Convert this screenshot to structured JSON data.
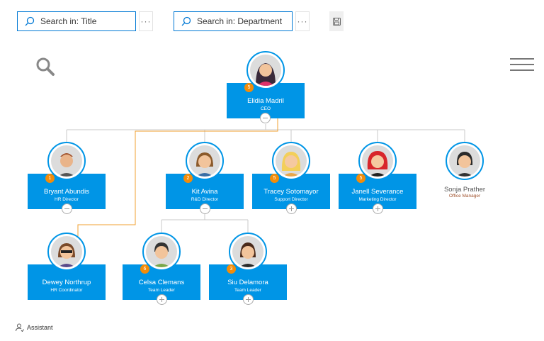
{
  "toolbar": {
    "search_title_placeholder": "Search in: Title",
    "search_department_placeholder": "Search in: Department",
    "more_label": "···"
  },
  "nodes": [
    {
      "id": "ceo",
      "name": "Elidia Madril",
      "title": "CEO",
      "badge": "5"
    },
    {
      "id": "hr",
      "name": "Bryant Abundis",
      "title": "HR Director",
      "badge": "1"
    },
    {
      "id": "rd",
      "name": "Kit Avina",
      "title": "R&D Director",
      "badge": "2"
    },
    {
      "id": "support",
      "name": "Tracey Sotomayor",
      "title": "Support Director",
      "badge": "5"
    },
    {
      "id": "marketing",
      "name": "Janell Severance",
      "title": "Marketing Director",
      "badge": "5"
    },
    {
      "id": "office",
      "name": "Sonja Prather",
      "title": "Office Manager"
    },
    {
      "id": "hrcoord",
      "name": "Dewey Northrup",
      "title": "HR Coordinator"
    },
    {
      "id": "tl1",
      "name": "Celsa Clemans",
      "title": "Team Leader",
      "badge": "6"
    },
    {
      "id": "tl2",
      "name": "Siu Delamora",
      "title": "Team Leader",
      "badge": "3"
    }
  ],
  "legend": {
    "assistant_label": "Assistant"
  },
  "colors": {
    "node_fill": "#0095e6",
    "badge": "#f28c0a",
    "assistant_line": "#f0a030",
    "connector": "#c8c8c8"
  }
}
